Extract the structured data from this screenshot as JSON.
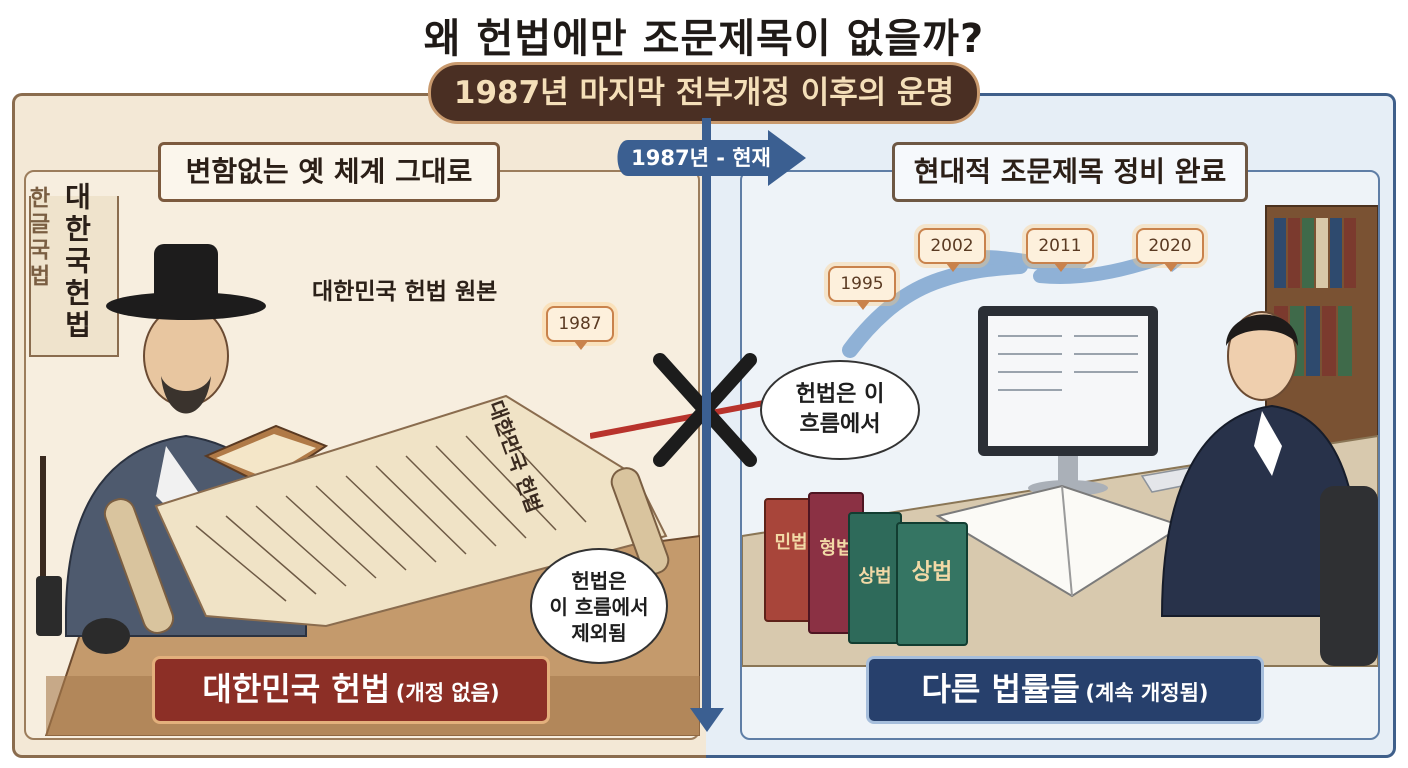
{
  "title": "왜 헌법에만 조문제목이 없을까?",
  "subtitle": "1987년 마지막 전부개정 이후의 운명",
  "left_panel": {
    "label": "변함없는 옛 체계 그대로",
    "caption": "대한민국 헌법 원본",
    "year_tag": "1987",
    "speech_bubble": [
      "헌법은",
      "이 흐름에서",
      "제외됨"
    ],
    "wall_scroll_1": "대한국헌법",
    "wall_scroll_2": "한글국법",
    "document_heading": "대한민국 헌법",
    "bottom_label": {
      "main": "대한민국 헌법",
      "sub": "(개정 없음)"
    }
  },
  "right_panel": {
    "label": "현대적 조문제목 정비 완료",
    "year_tags": [
      "1995",
      "2002",
      "2011",
      "2020"
    ],
    "speech_bubble": [
      "헌법은 이",
      "흐름에서"
    ],
    "books": [
      "민법",
      "형법",
      "상법",
      "상법"
    ],
    "bottom_label": {
      "main": "다른 법률들",
      "sub": "(계속 개정됨)"
    }
  },
  "timeline": {
    "era_label": "1987년 - 현재"
  },
  "colors": {
    "left_bg": "#f3e8d6",
    "right_bg": "#e6eef6",
    "timeline": "#3b5f91",
    "left_bottom": "#8c2f26",
    "right_bottom": "#27406c",
    "subtitle_bg": "#4a2f23"
  }
}
